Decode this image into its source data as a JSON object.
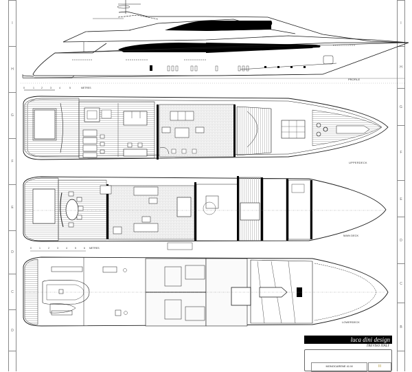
{
  "drawing": {
    "type": "yacht general arrangement",
    "views": [
      {
        "id": "profile",
        "label": "PROFILE"
      },
      {
        "id": "upper-deck",
        "label": "UPPERDECK"
      },
      {
        "id": "main-deck",
        "label": "MAIN DECK"
      },
      {
        "id": "lower-deck",
        "label": "LOWERDECK"
      }
    ]
  },
  "scales": {
    "profile_scale": {
      "ticks": [
        "0",
        "1",
        "2",
        "3",
        "4",
        "5"
      ],
      "unit": "METRES"
    },
    "main_deck_scale": {
      "ticks": [
        "0",
        "1",
        "2",
        "3",
        "4",
        "5",
        "6"
      ],
      "unit": "METRES"
    }
  },
  "grid": {
    "left": [
      "I",
      "H",
      "G",
      "F",
      "E",
      "D",
      "C",
      "D"
    ],
    "right": [
      "I",
      "H",
      "G",
      "F",
      "E",
      "D",
      "C",
      "B"
    ]
  },
  "title_block": {
    "brand": "luca dini design",
    "location": "TREVISO ITALY",
    "project": "MONOCARENE 41 M",
    "logo_glyph": "III"
  },
  "colors": {
    "line": "#1a1a1a",
    "deck_hatch": "#bdbdbd",
    "glass": "#000000",
    "frame": "#888888"
  }
}
